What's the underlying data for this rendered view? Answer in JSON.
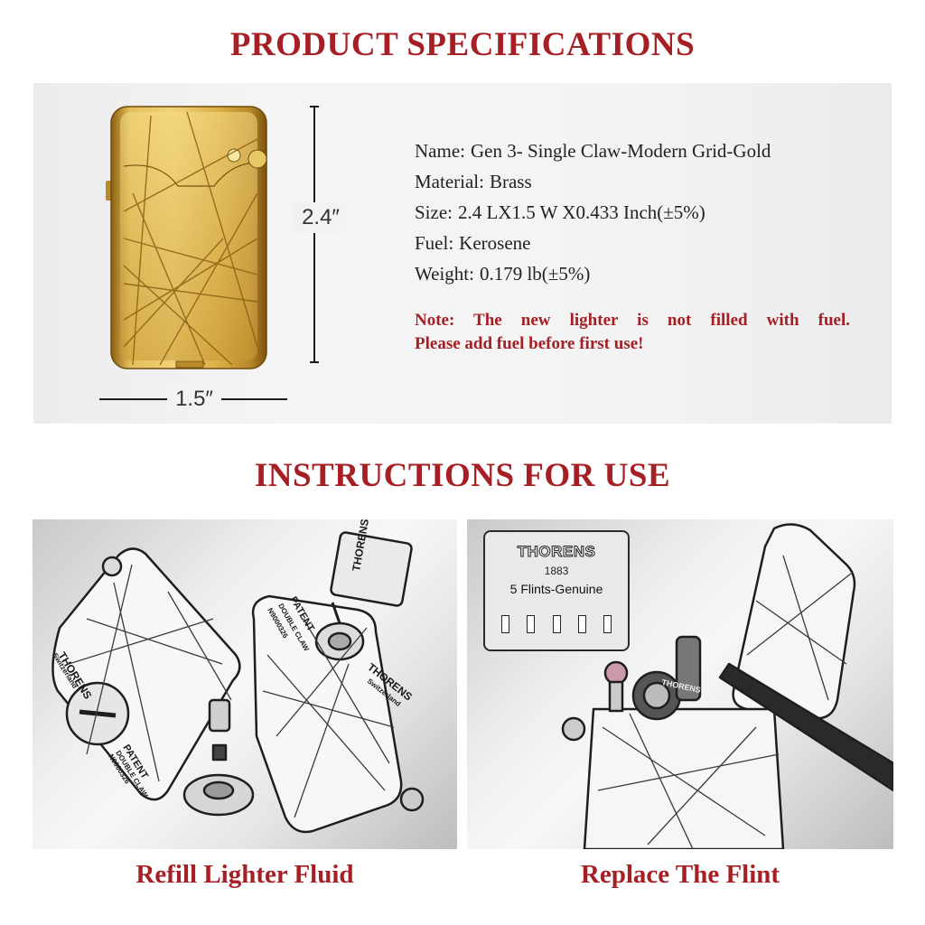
{
  "headings": {
    "specs": "PRODUCT SPECIFICATIONS",
    "instructions": "INSTRUCTIONS FOR USE"
  },
  "dimensions": {
    "height": "2.4″",
    "width": "1.5″"
  },
  "specs": [
    {
      "label": "Name:",
      "value": "Gen 3- Single Claw-Modern Grid-Gold"
    },
    {
      "label": "Material:",
      "value": "Brass"
    },
    {
      "label": "Size:",
      "value": "2.4 LX1.5 W X0.433 Inch(±5%)"
    },
    {
      "label": "Fuel:",
      "value": "Kerosene"
    },
    {
      "label": "Weight:",
      "value": "0.179 lb(±5%)"
    }
  ],
  "note": {
    "line1": "Note: The new lighter is not filled with fuel.",
    "line2": "Please add fuel before first use!"
  },
  "engravings": {
    "brand": "THORENS",
    "country": "Switzerland",
    "patent": "PATENT",
    "claw": "DOUBLE CLAW",
    "number": "N9000326",
    "can_brand": "THORENS"
  },
  "flint_pack": {
    "brand": "THORENS",
    "year": "1883",
    "desc": "5 Flints-Genuine",
    "slots": 5
  },
  "captions": {
    "refill": "Refill Lighter Fluid",
    "flint": "Replace The Flint"
  },
  "colors": {
    "accent": "#a51f24",
    "gold": "#d8b24a"
  }
}
